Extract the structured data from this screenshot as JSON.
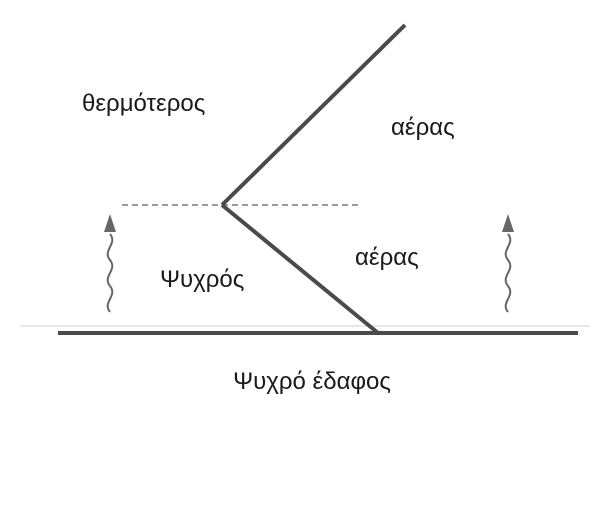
{
  "labels": {
    "warm_upper": "θερμότερος",
    "warm_lower": "αέρας",
    "cold_upper": "Ψυχρός",
    "cold_lower": "αέρας",
    "ground": "Ψυχρό έδαφος"
  },
  "colors": {
    "line": "#4a4a4a",
    "dash": "#9a9a9a",
    "arrow": "#666666",
    "text": "#1a1a1a"
  }
}
